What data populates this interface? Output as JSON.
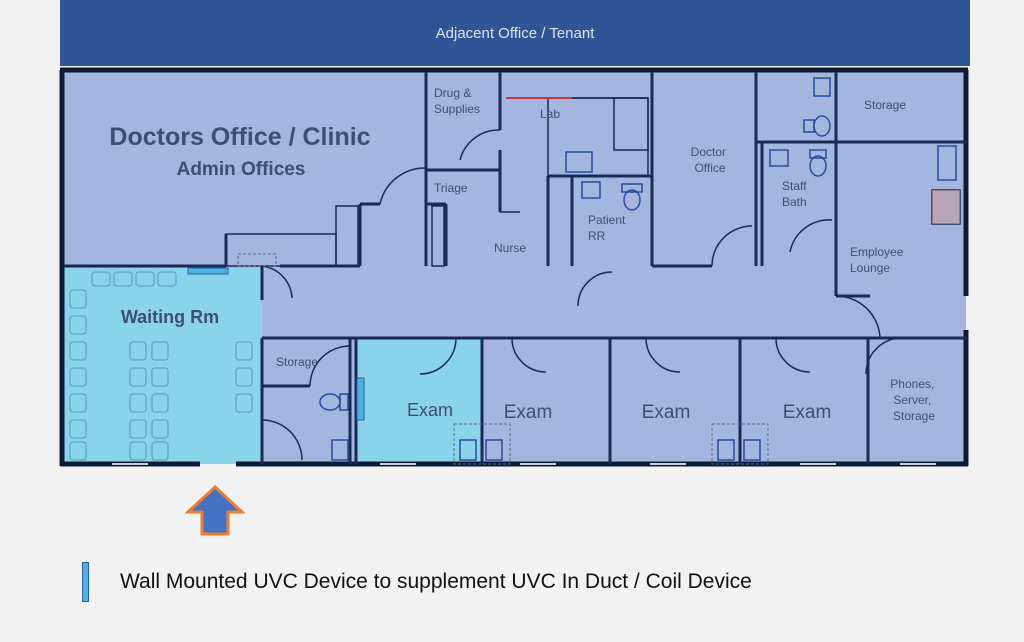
{
  "banner": "Adjacent Office / Tenant",
  "title": "Doctors Office / Clinic",
  "subtitle": "Admin Offices",
  "rooms": {
    "drug_supplies": [
      "Drug &",
      "Supplies"
    ],
    "lab": "Lab",
    "triage": "Triage",
    "nurse": "Nurse",
    "patient_rr": [
      "Patient",
      "RR"
    ],
    "doctor_office": [
      "Doctor",
      "Office"
    ],
    "staff_bath": [
      "Staff",
      "Bath"
    ],
    "storage_top": "Storage",
    "employee_lounge": [
      "Employee",
      "Lounge"
    ],
    "waiting": "Waiting Rm",
    "storage_small": "Storage",
    "exam_1": "Exam",
    "exam_2": "Exam",
    "exam_3": "Exam",
    "exam_4": "Exam",
    "phones": [
      "Phones,",
      "Server,",
      "Storage"
    ]
  },
  "legend": "Wall Mounted UVC Device to supplement UVC In Duct / Coil Device",
  "colors": {
    "banner": "#2f5597",
    "floor": "#a4b6de",
    "waiting": "#8ad4ea",
    "uvc_device": "#4bb3e0",
    "arrow": "#4472c4",
    "arrow_outline": "#ed7d31"
  },
  "icons": [
    "entrance-arrow-icon",
    "uvc-device-icon",
    "toilet-icon",
    "chair-icon"
  ]
}
